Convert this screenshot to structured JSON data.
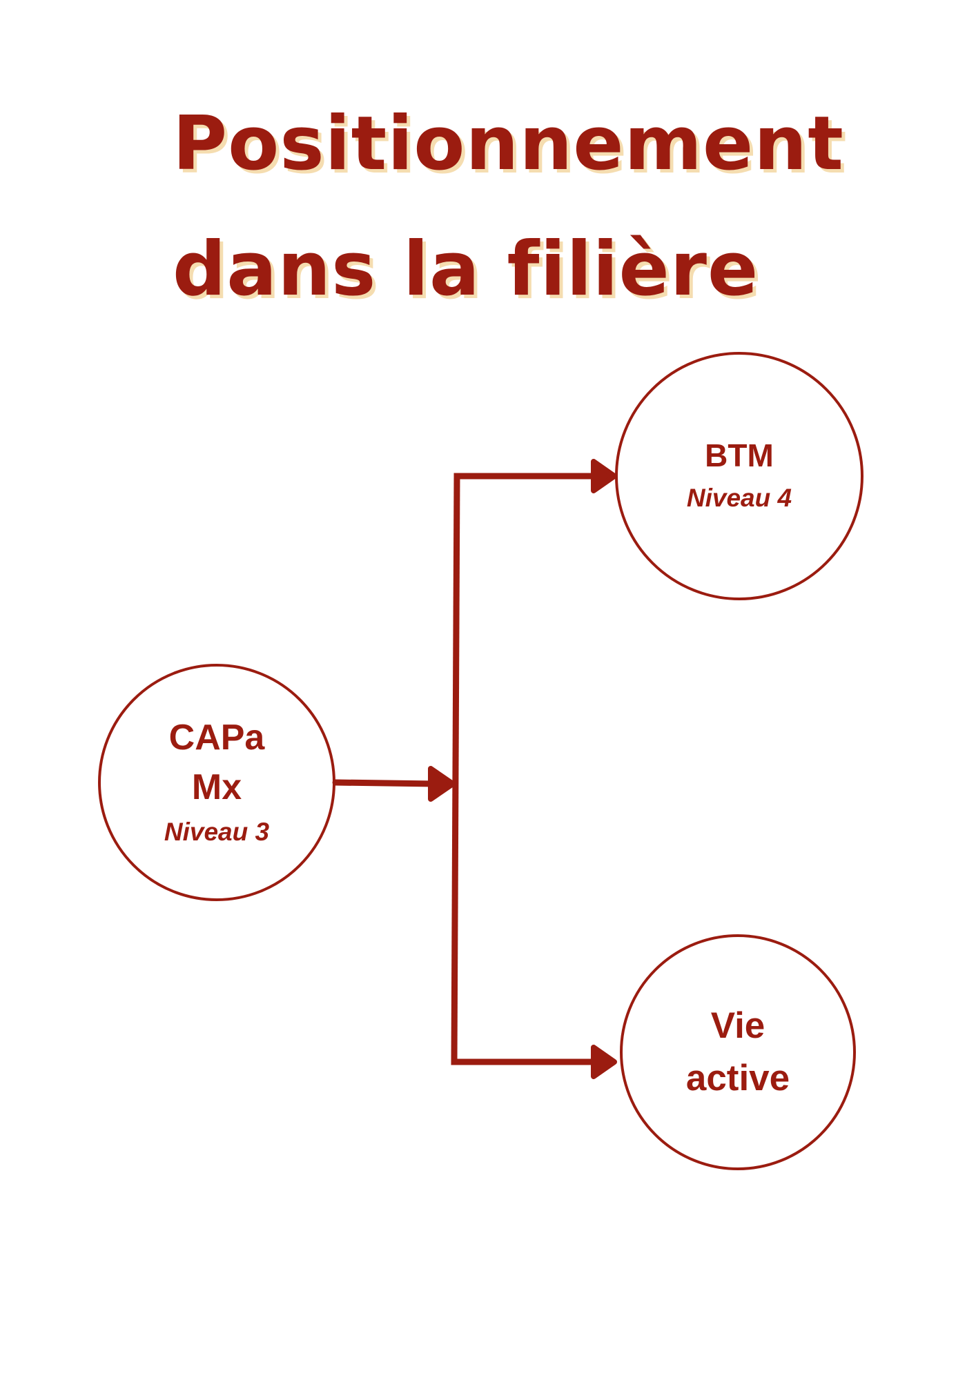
{
  "title": {
    "line1": "Positionnement",
    "line2": "dans la filière"
  },
  "nodes": {
    "capa": {
      "line1": "CAPa",
      "line2": "Mx",
      "level": "Niveau 3"
    },
    "btm": {
      "line1": "BTM",
      "level": "Niveau 4"
    },
    "vie_active": {
      "line1": "Vie",
      "line2": "active"
    }
  },
  "colors": {
    "primary": "#9b1c10",
    "title_shadow": "#f5ddb0",
    "background": "#ffffff"
  }
}
